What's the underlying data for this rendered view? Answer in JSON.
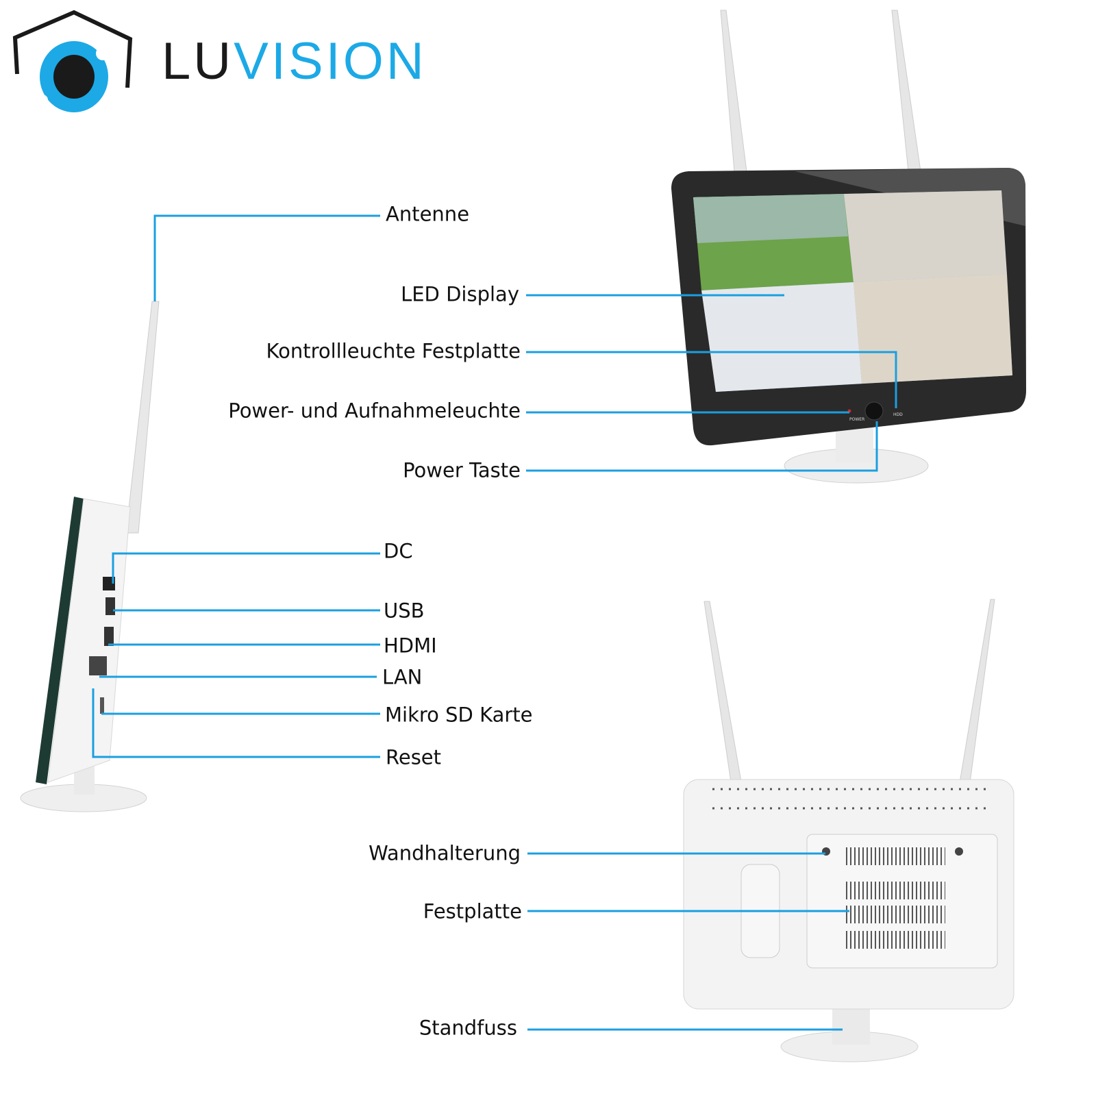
{
  "brand": {
    "part1": "LU",
    "part2": "VISION"
  },
  "colors": {
    "accent": "#1ca9e6",
    "leader_line": "#1a9fe0",
    "text": "#111111"
  },
  "front_view": {
    "labels": [
      "Antenne",
      "LED Display",
      "Kontrollleuchte Festplatte",
      "Power- und Aufnahmeleuchte",
      "Power Taste"
    ],
    "panel_marks": {
      "power": "POWER",
      "hdd": "HDD"
    }
  },
  "side_view": {
    "labels": [
      "DC",
      "USB",
      "HDMI",
      "LAN",
      "Mikro SD Karte",
      "Reset"
    ]
  },
  "back_view": {
    "labels": [
      "Wandhalterung",
      "Festplatte",
      "Standfuss"
    ]
  }
}
